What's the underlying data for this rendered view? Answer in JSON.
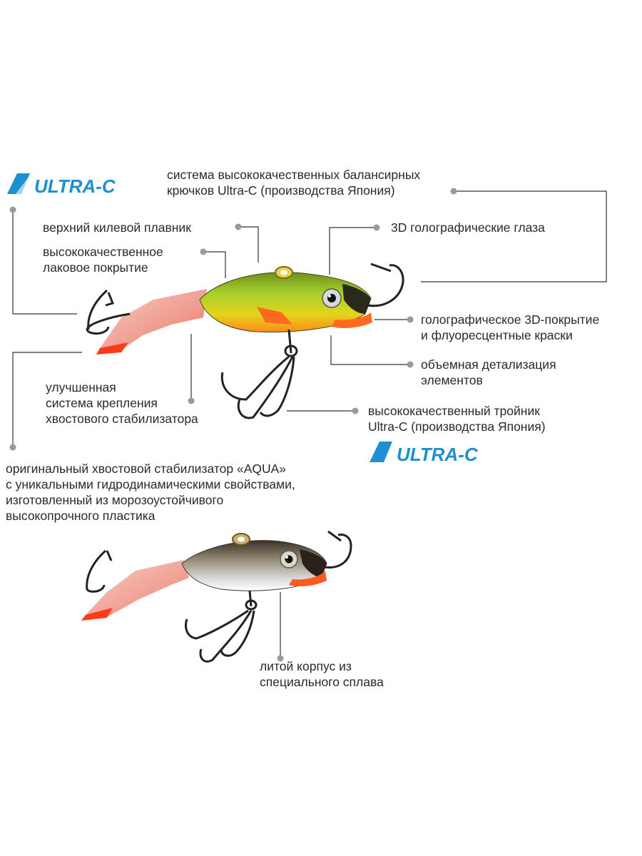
{
  "colors": {
    "brand_blue": "#1E8FD0",
    "leader_line": "#333333",
    "leader_dot": "#9a9a9a",
    "text": "#2a2a2a",
    "lure_green": "#9ACD32",
    "lure_yellow": "#E8D020",
    "lure_orange": "#FF6A20",
    "fin_pink": "#F08A80"
  },
  "logos": [
    {
      "text": "ULTRA-C"
    },
    {
      "text": "ULTRA-C"
    }
  ],
  "callouts": {
    "hooks_system": {
      "lines": [
        "система высококачественных балансирных",
        "крючков Ultra-C (производства Япония)"
      ]
    },
    "upper_fin": {
      "lines": [
        "верхний килевой плавник"
      ]
    },
    "lacquer": {
      "lines": [
        "высококачественное",
        "лаковое покрытие"
      ]
    },
    "eyes": {
      "lines": [
        "3D голографические глаза"
      ]
    },
    "holo_coating": {
      "lines": [
        "голографическое 3D-покрытие",
        "и флуоресцентные краски"
      ]
    },
    "detailing": {
      "lines": [
        "объемная детализация",
        "элементов"
      ]
    },
    "tail_mount": {
      "lines": [
        "улучшенная",
        "система крепления",
        "хвостового стабилизатора"
      ]
    },
    "treble_hook": {
      "lines": [
        "высококачественный тройник",
        "Ultra-C (производства Япония)"
      ]
    },
    "tail_stabilizer": {
      "lines": [
        "оригинальный хвостовой стабилизатор «AQUA»",
        "с уникальными гидродинамическими свойствами,",
        "изготовленный из морозоустойчивого",
        "высокопрочного пластика"
      ]
    },
    "cast_body": {
      "lines": [
        "литой корпус из",
        "специального сплава"
      ]
    }
  }
}
